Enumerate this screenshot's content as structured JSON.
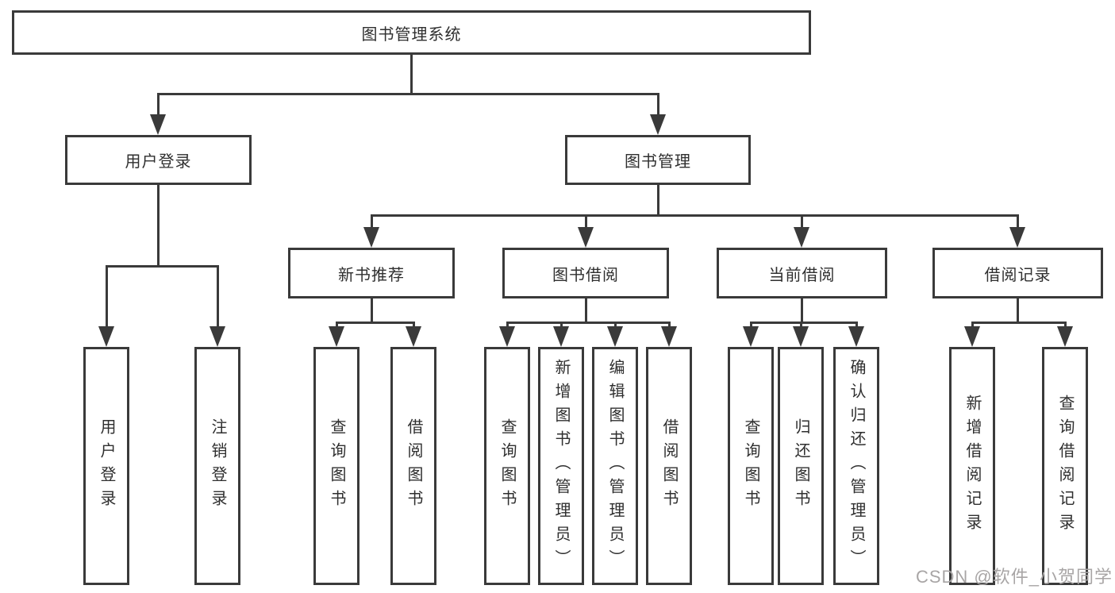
{
  "diagram": {
    "root": "图书管理系统",
    "level2": [
      "用户登录",
      "图书管理"
    ],
    "level3": [
      "新书推荐",
      "图书借阅",
      "当前借阅",
      "借阅记录"
    ],
    "leaves_user_login": [
      "用户登录",
      "注销登录"
    ],
    "leaves_new_book": [
      "查询图书",
      "借阅图书"
    ],
    "leaves_book_borrow": [
      "查询图书",
      "新增图书（管理员）",
      "编辑图书（管理员）",
      "借阅图书"
    ],
    "leaves_current_borrow": [
      "查询图书",
      "归还图书",
      "确认归还（管理员）"
    ],
    "leaves_borrow_record": [
      "新增借阅记录",
      "查询借阅记录"
    ]
  },
  "watermark": "CSDN @软件_小贺同学",
  "colors": {
    "line": "#3a3a3a",
    "text": "#2f2f2f",
    "watermark": "#a8a5a5",
    "background": "#ffffff"
  }
}
